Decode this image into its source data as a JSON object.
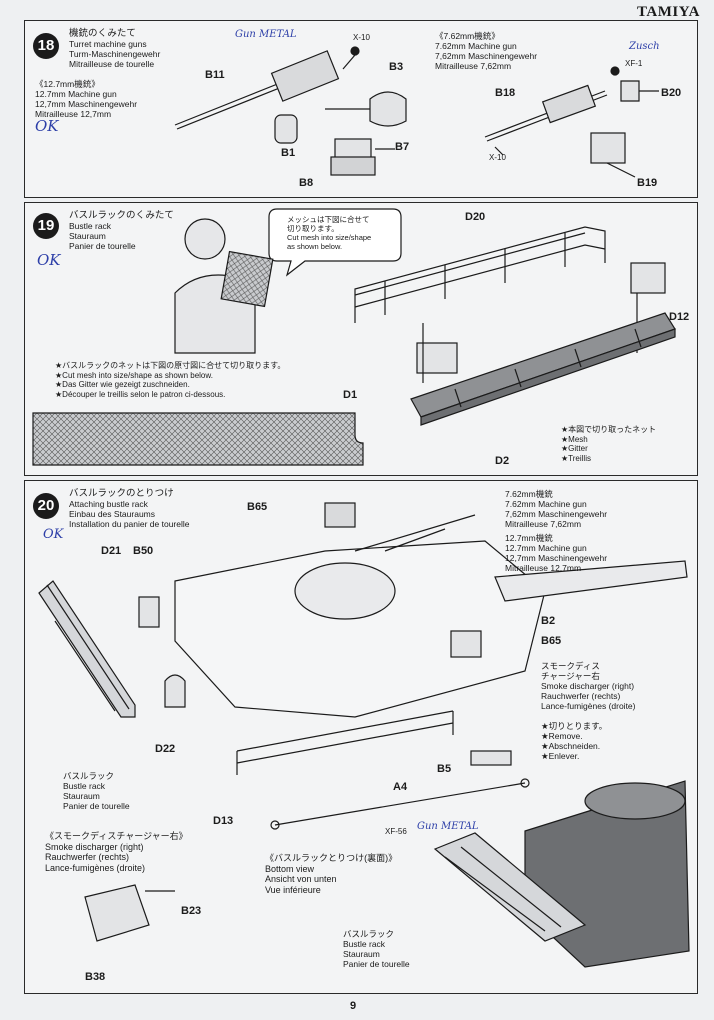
{
  "brand": "TAMIYA",
  "page_number": "9",
  "step18": {
    "number": "18",
    "title_jp": "機銃のくみたて",
    "title_en": "Turret machine guns",
    "title_de": "Turm-Maschinengewehr",
    "title_fr": "Mitrailleuse de tourelle",
    "sub127_jp": "《12.7mm機銃》",
    "sub127_en": "12.7mm Machine gun",
    "sub127_de": "12,7mm Maschinengewehr",
    "sub127_fr": "Mitrailleuse 12,7mm",
    "sub762_jp": "《7.62mm機銃》",
    "sub762_en": "7.62mm Machine gun",
    "sub762_de": "7,62mm Maschinengewehr",
    "sub762_fr": "Mitrailleuse 7,62mm",
    "parts": [
      "X-10",
      "B11",
      "B3",
      "B1",
      "B7",
      "B8",
      "XF-1",
      "B18",
      "B20",
      "X-10",
      "B19"
    ],
    "hand_gunmetal": "Gun METAL",
    "hand_ok": "OK",
    "hand_zusch": "Zusch"
  },
  "step19": {
    "number": "19",
    "title_jp": "バスルラックのくみたて",
    "title_en": "Bustle rack",
    "title_de": "Stauraum",
    "title_fr": "Panier de tourelle",
    "bubble_jp1": "メッシュは下図に合せて",
    "bubble_jp2": "切り取ります。",
    "bubble_en1": "Cut mesh into size/shape",
    "bubble_en2": "as shown below.",
    "note_jp": "★バスルラックのネットは下図の原寸図に合せて切り取ります。",
    "note_en": "★Cut mesh into size/shape as shown below.",
    "note_de": "★Das Gitter wie gezeigt zuschneiden.",
    "note_fr": "★Découper le treillis selon le patron ci-dessous.",
    "mesh_jp": "★本図で切り取ったネット",
    "mesh_en": "★Mesh",
    "mesh_de": "★Gitter",
    "mesh_fr": "★Treillis",
    "parts": [
      "D20",
      "D12",
      "D1",
      "D2"
    ],
    "hand_ok": "OK"
  },
  "step20": {
    "number": "20",
    "title_jp": "バスルラックのとりつけ",
    "title_en": "Attaching bustle rack",
    "title_de": "Einbau des Stauraums",
    "title_fr": "Installation du panier de tourelle",
    "gun762_jp": "7.62mm機銃",
    "gun762_en": "7.62mm Machine gun",
    "gun762_de": "7,62mm Maschinengewehr",
    "gun762_fr": "Mitrailleuse 7,62mm",
    "gun127_jp": "12.7mm機銃",
    "gun127_en": "12.7mm Machine gun",
    "gun127_de": "12,7mm Maschinengewehr",
    "gun127_fr": "Mitrailleuse 12,7mm",
    "smoke_jp1": "スモークディス",
    "smoke_jp2": "チャージャー右",
    "smoke_en": "Smoke discharger (right)",
    "smoke_de": "Rauchwerfer (rechts)",
    "smoke_fr": "Lance-fumigènes (droite)",
    "remove_jp": "★切りとります。",
    "remove_en": "★Remove.",
    "remove_de": "★Abschneiden.",
    "remove_fr": "★Enlever.",
    "rack_jp": "バスルラック",
    "rack_en": "Bustle rack",
    "rack_de": "Stauraum",
    "rack_fr": "Panier de tourelle",
    "sd_title_jp": "《スモークディスチャージャー右》",
    "sd_title_en": "Smoke discharger (right)",
    "sd_title_de": "Rauchwerfer (rechts)",
    "sd_title_fr": "Lance-fumigènes (droite)",
    "bottom_jp": "《バスルラックとりつけ(裏面)》",
    "bottom_en": "Bottom view",
    "bottom_de": "Ansicht von unten",
    "bottom_fr": "Vue inférieure",
    "rack2_jp": "バスルラック",
    "rack2_en": "Bustle rack",
    "rack2_de": "Stauraum",
    "rack2_fr": "Panier de tourelle",
    "parts": [
      "B65",
      "D21",
      "B50",
      "B2",
      "B65",
      "B5",
      "D22",
      "D13",
      "A4",
      "XF-56",
      "B23",
      "B38"
    ],
    "hand_ok": "OK",
    "hand_gunmetal": "Gun METAL"
  },
  "colors": {
    "ink": "#1b1b1b",
    "pen": "#2d3fa8",
    "paper": "#eef0f2"
  }
}
